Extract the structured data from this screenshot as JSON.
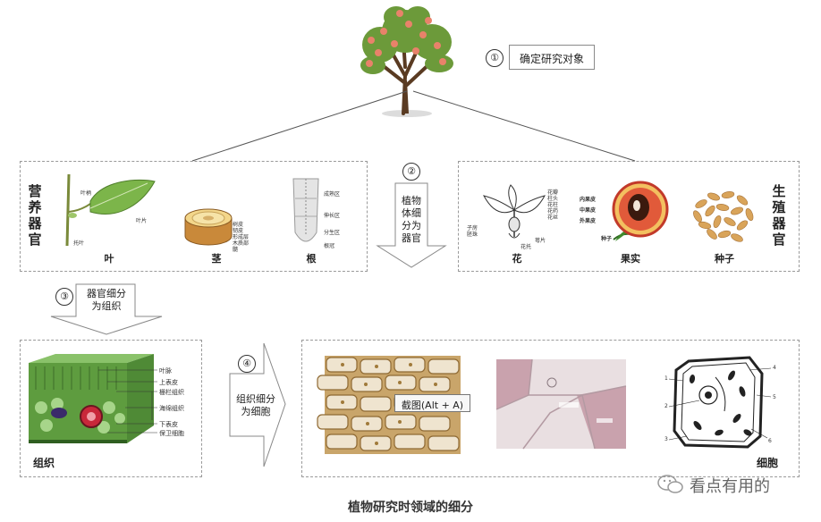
{
  "step1": {
    "num": "①",
    "label": "确定研究对象"
  },
  "step2": {
    "num": "②",
    "label": "植物体细分为器官"
  },
  "step3": {
    "num": "③",
    "label": "器官细分为组织"
  },
  "step4": {
    "num": "④",
    "label": "组织细分为细胞"
  },
  "vegetative": {
    "title": "营养器官",
    "leaf": {
      "name": "叶",
      "petiole": "叶柄",
      "blade": "叶片",
      "stipule": "托叶"
    },
    "stem": {
      "name": "茎",
      "callouts": [
        "树皮",
        "韧皮",
        "形成层",
        "木质部",
        "髓"
      ]
    },
    "root": {
      "name": "根",
      "callouts": [
        "成熟区",
        "伸长区",
        "分生区",
        "根冠"
      ]
    }
  },
  "reproductive": {
    "title": "生殖器官",
    "flower": {
      "name": "花",
      "callouts": [
        "花瓣",
        "柱头",
        "花柱",
        "花药",
        "花丝",
        "子房",
        "胚珠",
        "萼片",
        "花托"
      ]
    },
    "fruit": {
      "name": "果实",
      "inner": "内果皮",
      "middle": "中果皮",
      "outer": "外果皮",
      "seed": "种子"
    },
    "seed": {
      "name": "种子"
    }
  },
  "tissue": {
    "name": "组织",
    "callouts": [
      "叶脉",
      "上表皮",
      "栅栏组织",
      "海绵组织",
      "下表皮",
      "保卫细胞"
    ]
  },
  "cell": {
    "name": "细胞",
    "numbers": [
      "1",
      "2",
      "3",
      "4",
      "5",
      "6"
    ]
  },
  "tooltip": "截图(Alt + A)",
  "watermark": "看点有用的",
  "caption": "植物研究时领域的细分"
}
